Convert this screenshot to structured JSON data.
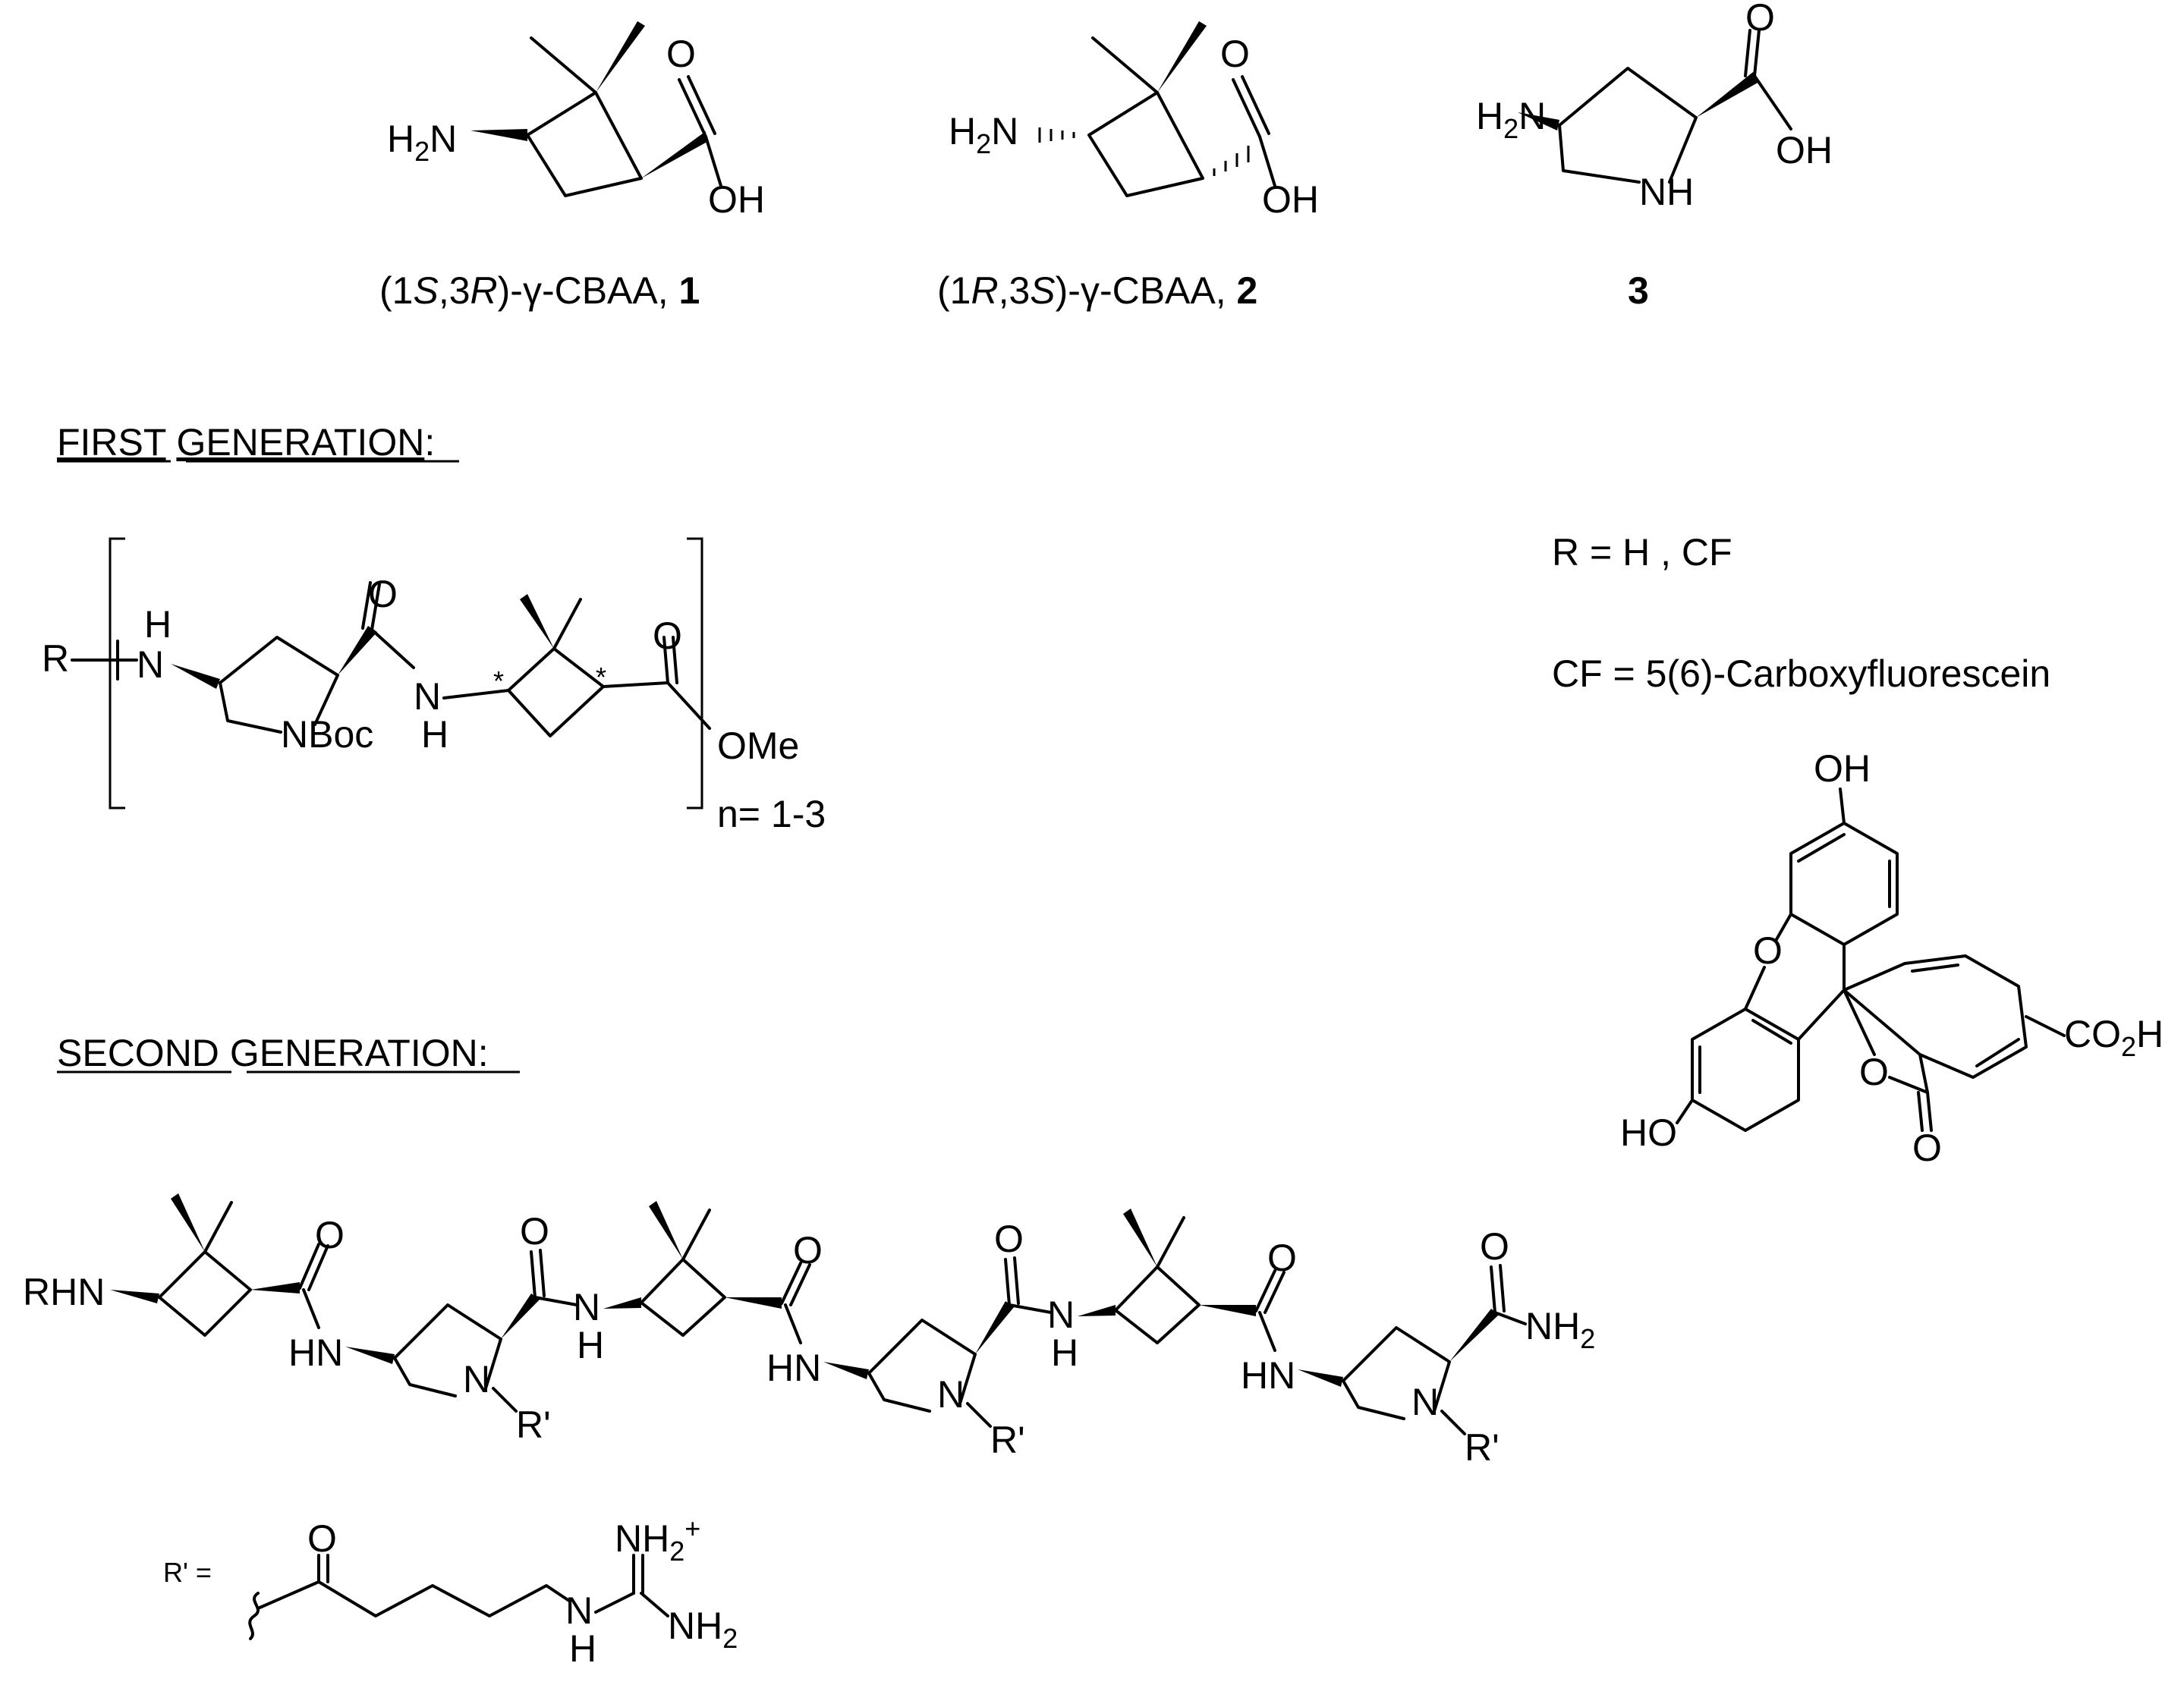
{
  "compounds": [
    {
      "id": "1",
      "name_prefix": "(1",
      "stereo1": "S",
      "mid": ",3",
      "stereo2": "R",
      "suffix": ")-γ-CBAA, ",
      "number": "1"
    },
    {
      "id": "2",
      "name_prefix": "(1",
      "stereo1": "R",
      "mid": ",3",
      "stereo2": "S",
      "suffix": ")-γ-CBAA, ",
      "number": "2"
    },
    {
      "id": "3",
      "number": "3"
    }
  ],
  "atoms": {
    "h2n": "H",
    "two": "2",
    "n": "N",
    "o": "O",
    "oh": "OH",
    "nh": "NH",
    "r": "R",
    "h": "H",
    "nboc": "NBoc",
    "ome": "OMe",
    "rhn": "RHN",
    "hn": "HN",
    "rprime": "R'",
    "nh2": "NH",
    "ho": "HO",
    "co2h_a": "CO",
    "co2h_b": "H",
    "plus": "+",
    "star": "*"
  },
  "headings": {
    "first_a": "FIRST",
    "first_b": "GENERATION",
    "colon": ":",
    "second_a": "SECOND",
    "second_b": "GENERATION"
  },
  "first_gen": {
    "repeat": "n= 1-3"
  },
  "r_definitions": {
    "r_line": "R = H , CF",
    "cf_line": "CF = 5(6)-Carboxyfluorescein",
    "rprime_eq": "R' ="
  }
}
